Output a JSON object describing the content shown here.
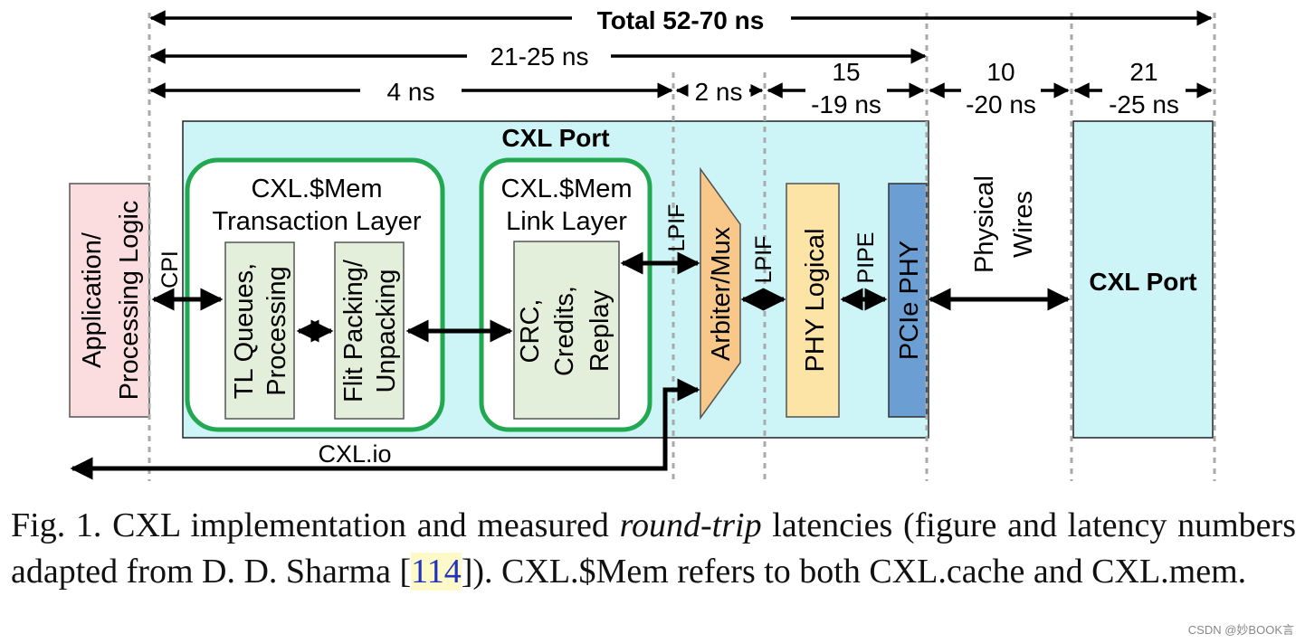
{
  "diagram": {
    "latencies": {
      "total": "Total 52-70 ns",
      "sub": "21-25 ns",
      "transaction": "4 ns",
      "arbiter": "2 ns",
      "phy_line1": "15",
      "phy_line2": "-19 ns",
      "wires_line1": "10",
      "wires_line2": "-20 ns",
      "remote_line1": "21",
      "remote_line2": "-25 ns"
    },
    "blocks": {
      "app_line1": "Application/",
      "app_line2": "Processing Logic",
      "cxl_port": "CXL Port",
      "tl_title1": "CXL.$Mem",
      "tl_title2": "Transaction Layer",
      "tl_queues1": "TL Queues,",
      "tl_queues2": "Processing",
      "flit1": "Flit Packing/",
      "flit2": "Unpacking",
      "ll_title1": "CXL.$Mem",
      "ll_title2": "Link Layer",
      "crc1": "CRC,",
      "crc2": "Credits,",
      "crc3": "Replay",
      "arbiter": "Arbiter/Mux",
      "phy_logical": "PHY Logical",
      "pcie_phy": "PCIe PHY",
      "wires1": "Physical",
      "wires2": "Wires",
      "remote_port": "CXL Port"
    },
    "interfaces": {
      "cpi": "CPI",
      "lpif_top": "LPIF",
      "lpif_mid": "LPIF",
      "pipe": "PIPE",
      "cxl_io": "CXL.io"
    },
    "colors": {
      "port_bg": "#cdf4f6",
      "app_bg": "#fbdde0",
      "green_border": "#22a850",
      "inner_bg": "#e3efdb",
      "arbiter": "#f8c88a",
      "phy_logical": "#fce4a6",
      "pcie_phy": "#6b9fd4"
    }
  },
  "caption": {
    "prefix": "Fig. 1.  CXL implementation and measured ",
    "italic": "round-trip",
    "middle": " latencies (figure and latency numbers adapted from D. D. Sharma [",
    "ref": "114",
    "suffix": "]). CXL.$Mem refers to both CXL.cache and CXL.mem."
  },
  "watermark": "CSDN @妙BOOK言"
}
